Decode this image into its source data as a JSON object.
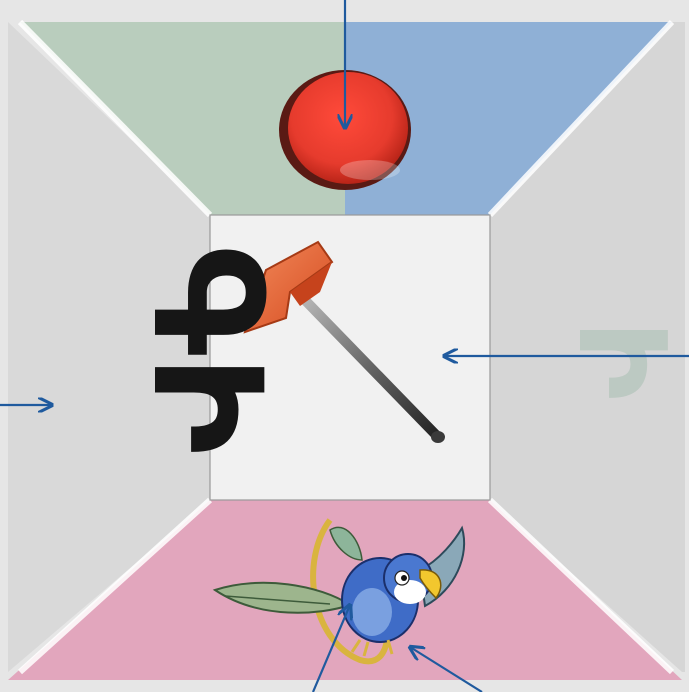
{
  "scene": {
    "left_wall_letters": "ԳԻ",
    "right_wall_letter": "Ի",
    "ceiling_object": "red-circle",
    "center_object": "hammer",
    "floor_object": "parrot"
  },
  "colors": {
    "ceiling_green": "#b9cdbd",
    "ceiling_blue": "#8fb0d6",
    "left_wall": "#dcdcdc",
    "right_wall": "#d7d7d7",
    "back_wall": "#f1f1f1",
    "floor_pink": "#e2a6bd",
    "arrow": "#1f5a9e",
    "circle_red": "#e63b2d",
    "hammer_head": "#e8683a",
    "parrot_blue": "#3f6cc7",
    "letter_dark": "#161616",
    "letter_pale": "#bcc9c2"
  }
}
